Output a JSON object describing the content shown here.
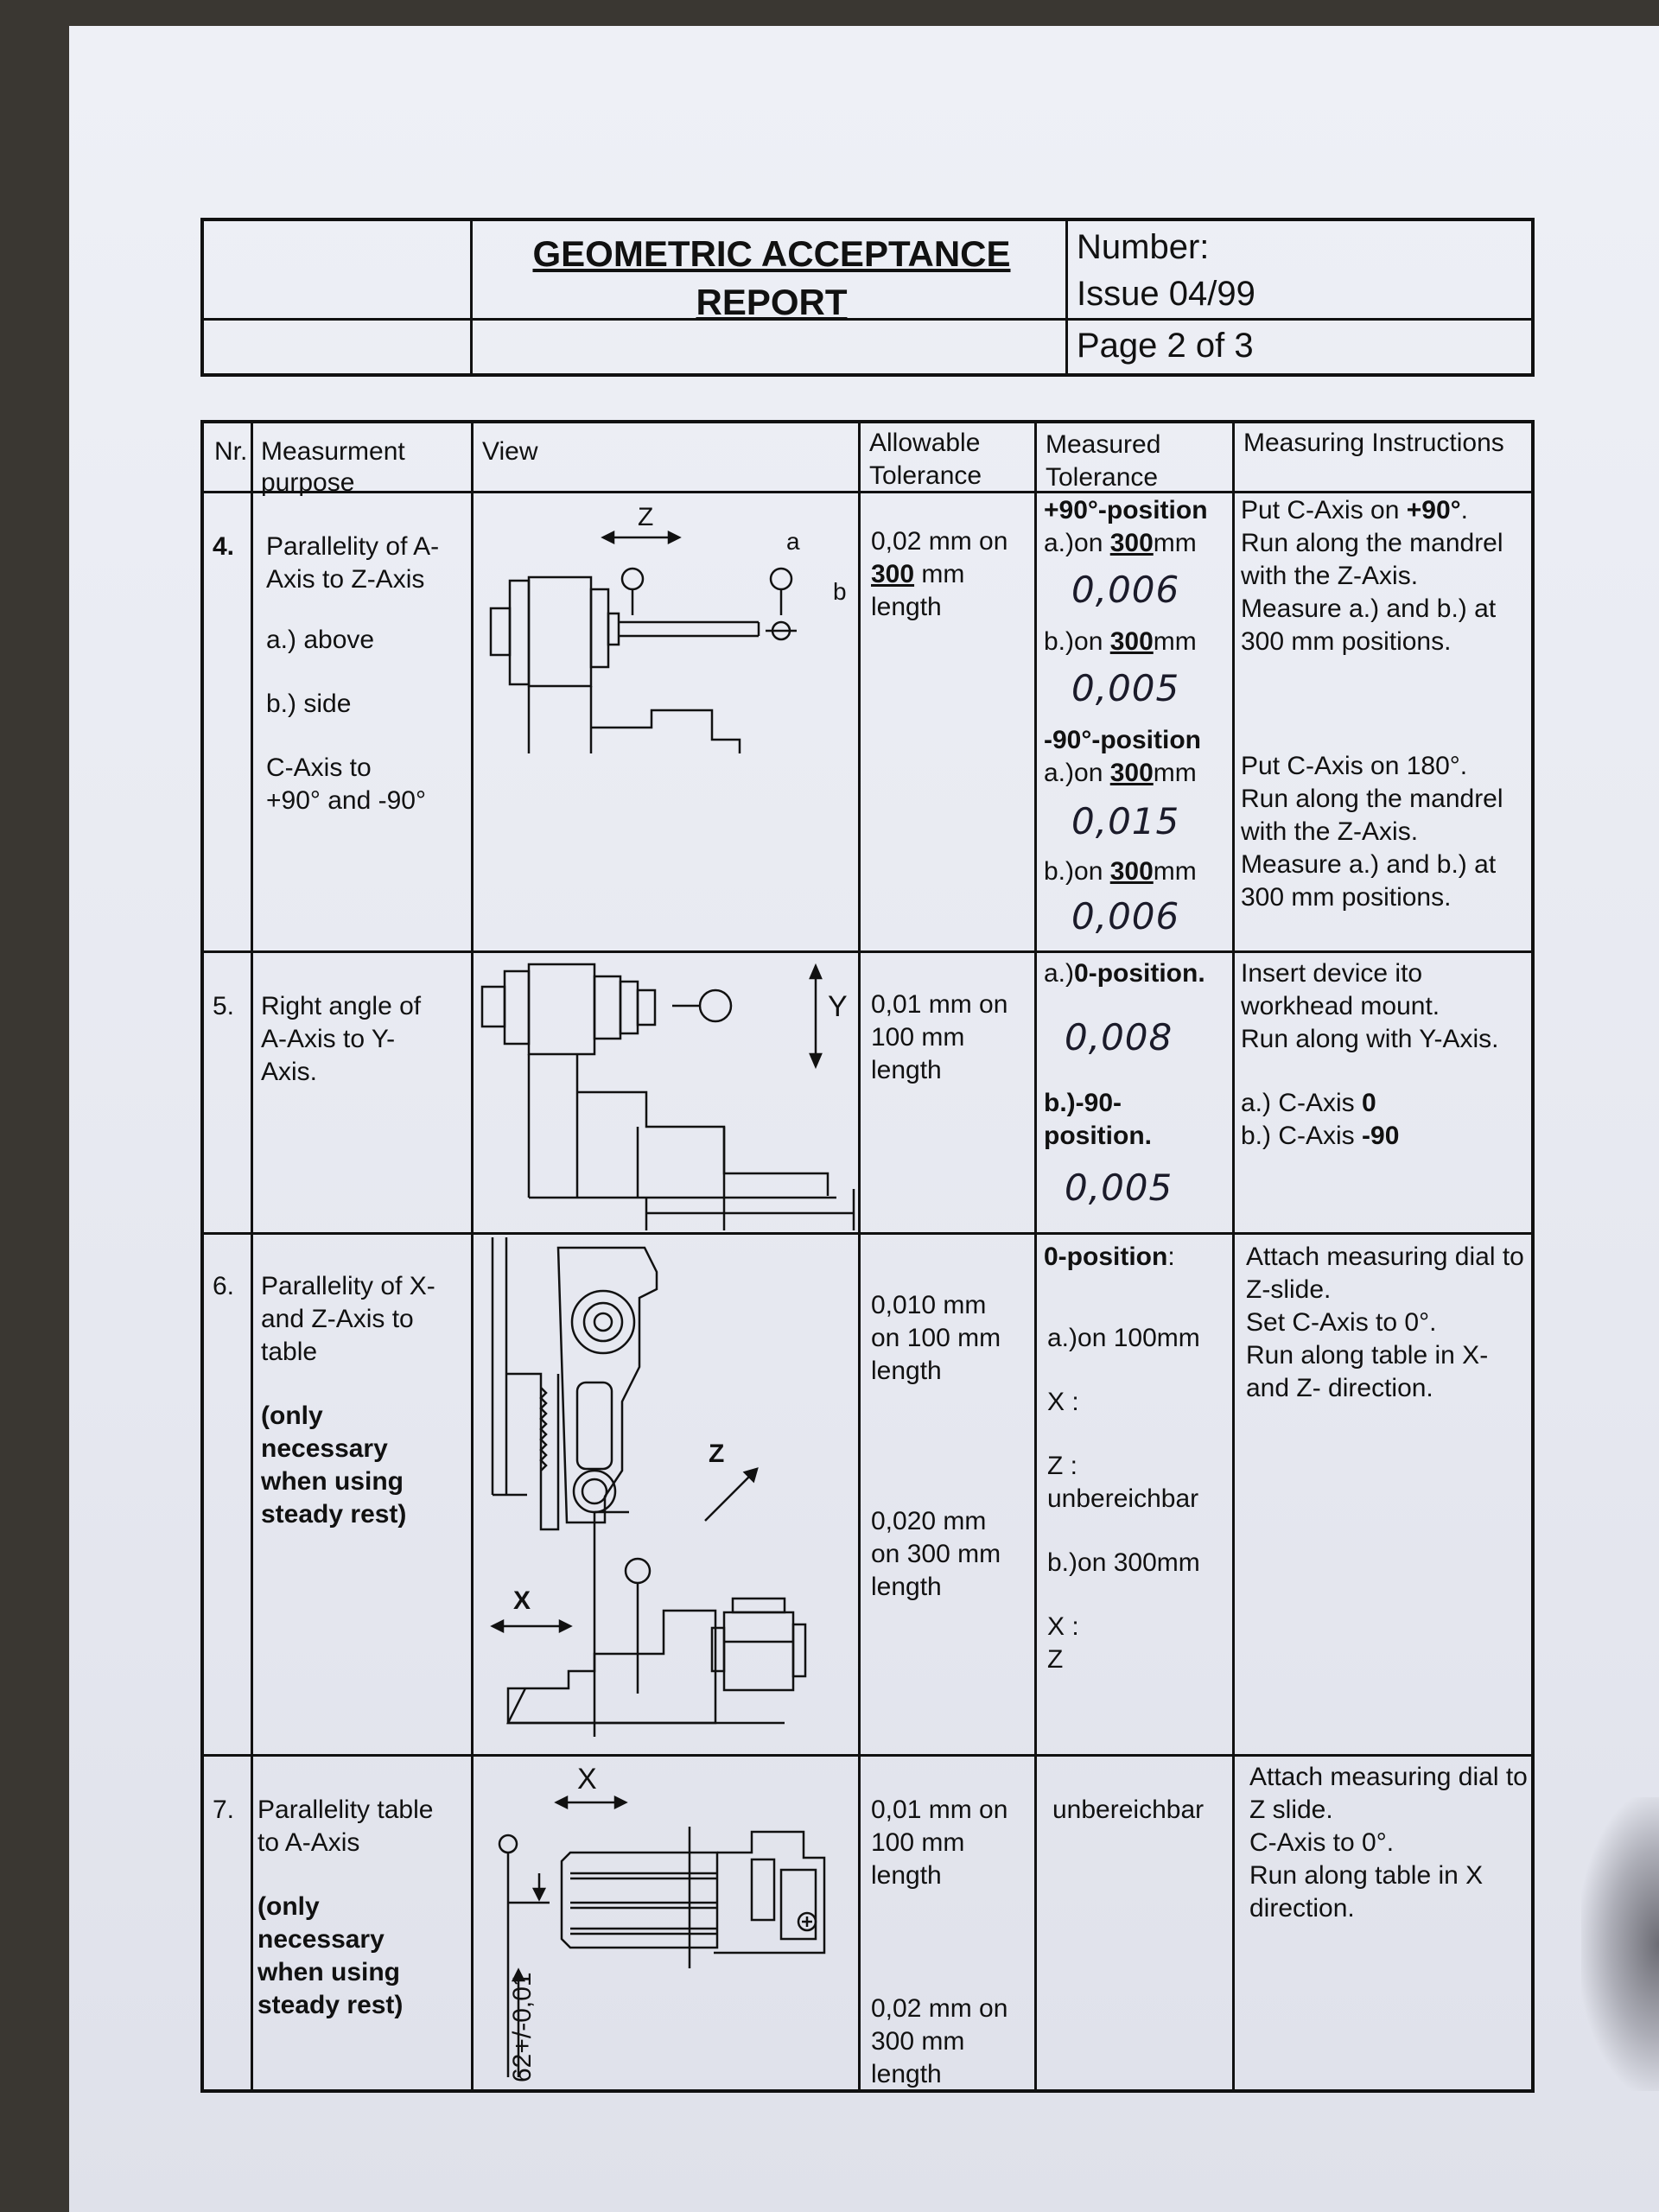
{
  "header": {
    "title_line1": "GEOMETRIC ACCEPTANCE",
    "title_line2": "REPORT",
    "number_label": "Number:",
    "issue": "Issue 04/99",
    "page": "Page 2 of 3"
  },
  "columns": {
    "nr": "Nr.",
    "purpose_1": "Measurment",
    "purpose_2": "purpose",
    "view": "View",
    "allow_1": "Allowable",
    "allow_2": "Tolerance",
    "meas_1": "Measured",
    "meas_2": "Tolerance",
    "instr": "Measuring Instructions"
  },
  "row4": {
    "nr": "4.",
    "p1": "Parallelity of A-",
    "p2": "Axis to Z-Axis",
    "p3": "a.) above",
    "p4": "b.) side",
    "p5": "C-Axis to",
    "p6": "+90° and -90°",
    "fig_z": "Z",
    "fig_a": "a",
    "fig_b": "b",
    "allow1": "0,02 mm on",
    "allow2_num": "300",
    "allow2_rest": " mm",
    "allow3": "length",
    "pos1": "+90°-position",
    "a_prefix": "a.)on ",
    "b_prefix": "b.)on ",
    "len": "300",
    "mm": "mm",
    "hw1": "0,006",
    "hw2": "0,005",
    "pos2": "-90°-position",
    "hw3": "0,015",
    "hw4": "0,006",
    "i1_pre": "Put C-Axis on ",
    "i1_bold": "+90°",
    "i1_post": ".",
    "i2": "Run along the mandrel",
    "i3": "with the Z-Axis.",
    "i4": "Measure a.) and b.) at",
    "i5": "300 mm positions.",
    "j1": "Put C-Axis on 180°.",
    "j2": "Run along the mandrel",
    "j3": "with the Z-Axis.",
    "j4": "Measure a.) and b.) at",
    "j5": "300 mm positions."
  },
  "row5": {
    "nr": "5.",
    "p1": "Right angle of",
    "p2": "A-Axis to Y-",
    "p3": "Axis.",
    "fig_y": "Y",
    "allow1": "0,01 mm on",
    "allow2": "100 mm",
    "allow3": "length",
    "m1_pre": "a.)",
    "m1_bold": "0-position.",
    "hw1": "0,008",
    "m2_1": "b.)-90-",
    "m2_2": "position.",
    "hw2": "0,005",
    "i1": "Insert device ito",
    "i2": "workhead mount.",
    "i3": "Run along with Y-Axis.",
    "i4_pre": "a.) C-Axis  ",
    "i4_bold": "0",
    "i5_pre": "b.) C-Axis ",
    "i5_bold": "-90"
  },
  "row6": {
    "nr": "6.",
    "p1": "Parallelity of X-",
    "p2": "and Z-Axis to",
    "p3": "table",
    "p4": "(only",
    "p5": "necessary",
    "p6": "when using",
    "p7": "steady rest)",
    "fig_z": "Z",
    "fig_x": "X",
    "allow1": "0,010 mm",
    "allow2": "on 100 mm",
    "allow3": "length",
    "allow4": "0,020 mm",
    "allow5": "on 300 mm",
    "allow6": "length",
    "m1": "0-position",
    "m1_colon": ":",
    "m2": "a.)on 100mm",
    "m3": "X :",
    "m4": "Z :",
    "m5": "unbereichbar",
    "m6": "b.)on 300mm",
    "m7": "X :",
    "m8": "Z",
    "i1": "Attach measuring dial to",
    "i2": "Z-slide.",
    "i3": "Set C-Axis to 0°.",
    "i4": "Run along table in X-",
    "i5": "and Z- direction."
  },
  "row7": {
    "nr": "7.",
    "p1": "Parallelity table",
    "p2": "to A-Axis",
    "p3": "(only",
    "p4": "necessary",
    "p5": "when using",
    "p6": "steady rest)",
    "fig_x": "X",
    "fig_dim": "62+/-0,01",
    "allow1": "0,01 mm on",
    "allow2": "100 mm",
    "allow3": "length",
    "allow4": "0,02 mm on",
    "allow5": "300 mm",
    "allow6": "length",
    "m1": "unbereichbar",
    "i1": "Attach measuring dial to",
    "i2": "Z slide.",
    "i3": "C-Axis to 0°.",
    "i4": "Run along table in X",
    "i5": "direction."
  }
}
